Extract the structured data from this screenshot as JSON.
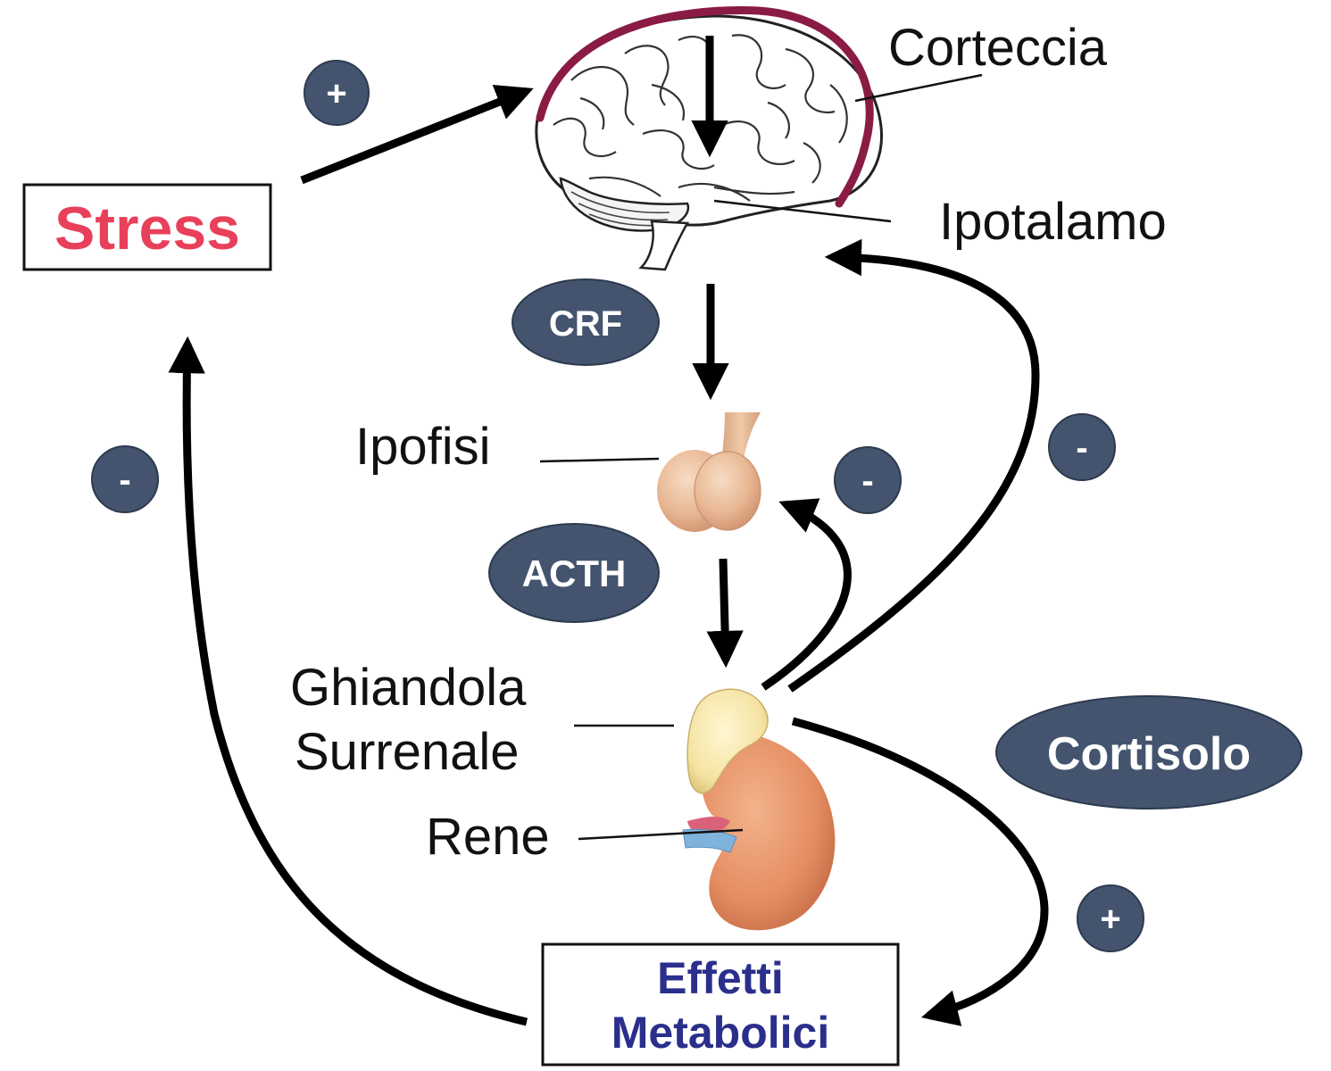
{
  "nodes": {
    "stress": "Stress",
    "effetti_line1": "Effetti",
    "effetti_line2": "Metabolici"
  },
  "labels": {
    "corteccia": "Corteccia",
    "ipotalamo": "Ipotalamo",
    "ipofisi": "Ipofisi",
    "ghiandola_line1": "Ghiandola",
    "ghiandola_line2": "Surrenale",
    "rene": "Rene"
  },
  "hormones": {
    "crf": "CRF",
    "acth": "ACTH",
    "cortisolo": "Cortisolo"
  },
  "signs": {
    "stress_to_brain": "+",
    "to_stress": "-",
    "to_ipofisi": "-",
    "to_ipotalamo": "-",
    "to_effetti": "+"
  },
  "colors": {
    "stress_text": "#e8405a",
    "effetti_text": "#2a2f8c",
    "badge_fill": "#44546e",
    "cortex_arc": "#8a1b45"
  }
}
